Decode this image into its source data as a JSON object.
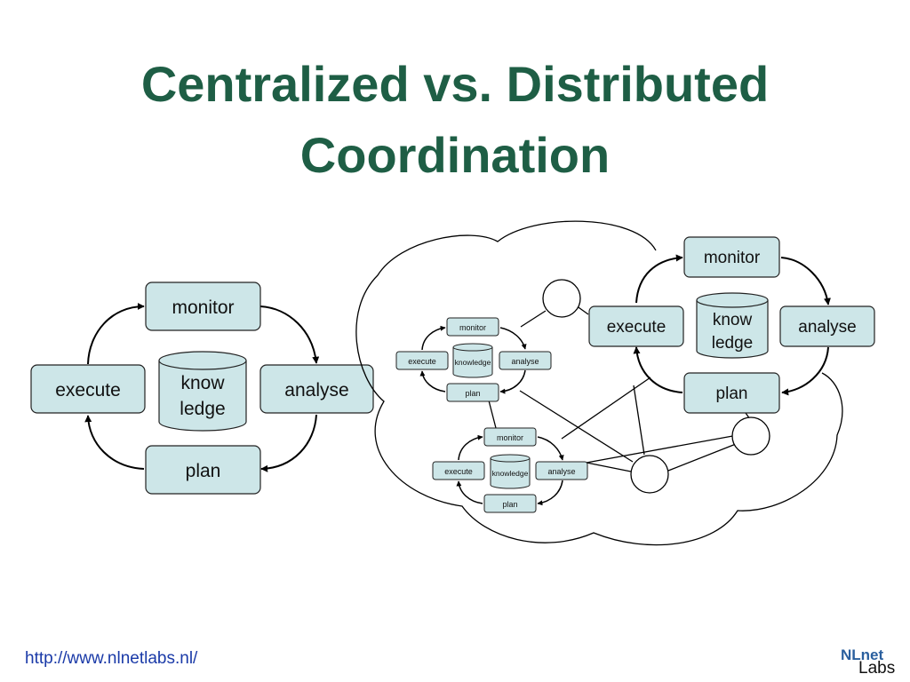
{
  "title": {
    "line1": "Centralized vs. Distributed",
    "line2": "Coordination"
  },
  "labels": {
    "monitor": "monitor",
    "analyse": "analyse",
    "plan": "plan",
    "execute": "execute",
    "knowledge_line1": "know",
    "knowledge_line2": "ledge",
    "knowledge": "knowledge"
  },
  "footer": {
    "url": "http://www.nlnetlabs.nl/"
  },
  "logo": {
    "part1": "NLnet",
    "part2": "Labs"
  },
  "colors": {
    "title": "#1e5e45",
    "box_fill": "#cde6e8",
    "url": "#1a3aa8"
  }
}
